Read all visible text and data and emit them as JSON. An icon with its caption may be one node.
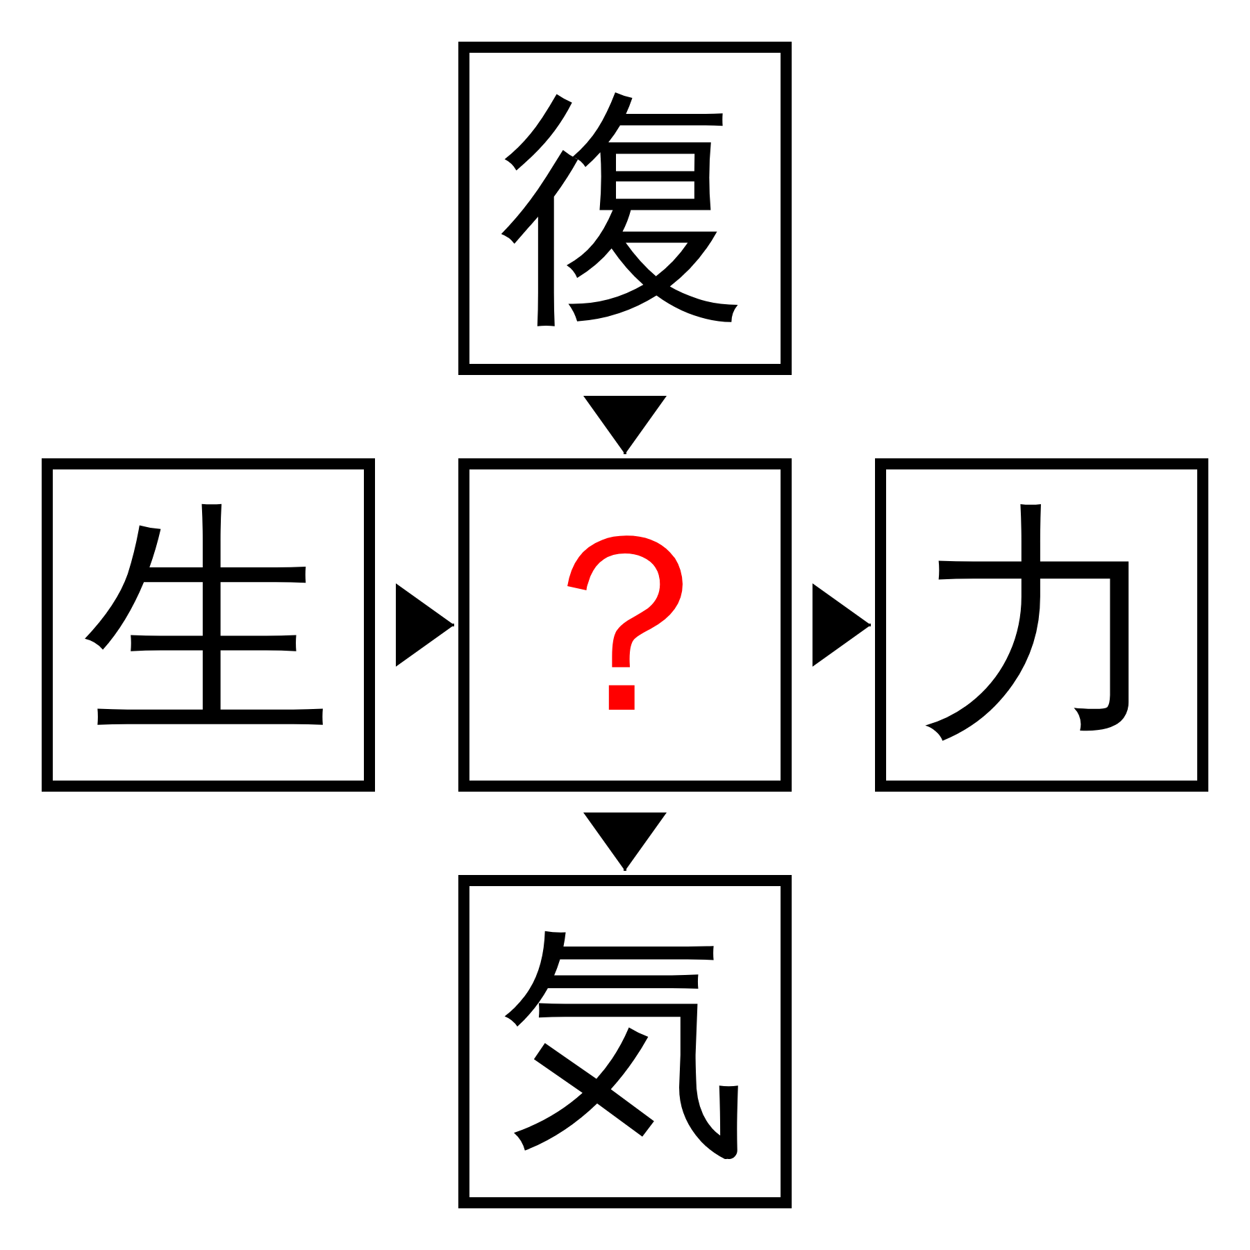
{
  "diagram": {
    "nodes": [
      {
        "text": [
          "復"
        ]
      },
      {
        "text": [
          "生"
        ]
      },
      {
        "text": [
          "？"
        ]
      },
      {
        "text": [
          "力"
        ]
      },
      {
        "text": [
          "気"
        ]
      }
    ],
    "edges": [
      {
        "from": 0,
        "to": 2,
        "arrow": "to"
      },
      {
        "from": 1,
        "to": 2,
        "arrow": "to"
      },
      {
        "from": 2,
        "to": 3,
        "arrow": "to"
      },
      {
        "from": 2,
        "to": 4,
        "arrow": "to"
      }
    ]
  }
}
